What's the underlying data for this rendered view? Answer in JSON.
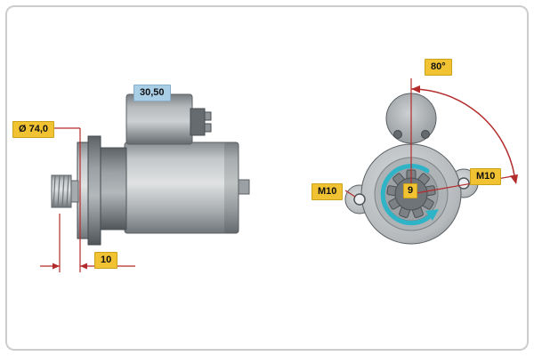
{
  "window": {
    "background": "#ffffff",
    "frame_border": "#cdcdcd"
  },
  "subject": "starter-motor-technical-drawing",
  "colors": {
    "dimension_red": "#b42b2b",
    "rotation_teal": "#2fb3c7",
    "label_yellow_bg": "#f1c232",
    "label_blue_bg": "#a9cfe7",
    "label_text": "#111111",
    "metal_gray": "#b5b9bc"
  },
  "side_view": {
    "labels": {
      "flange_diameter": "Ø 74,0",
      "dimension_blue": "30,50",
      "pinion_offset": "10"
    }
  },
  "front_view": {
    "labels": {
      "mounting_angle": "80°",
      "bolt_size_left": "M10",
      "bolt_size_right": "M10",
      "pinion_tooth_count": "9"
    }
  }
}
